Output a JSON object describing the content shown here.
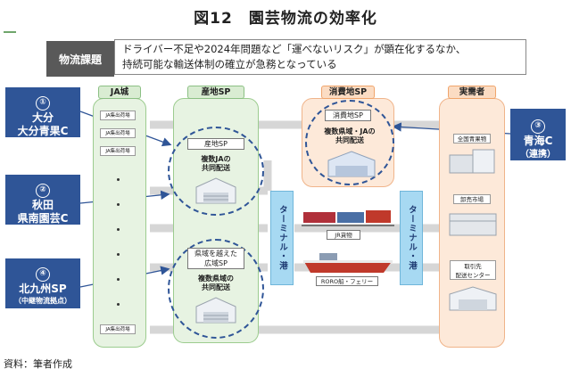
{
  "title": "図12　園芸物流の効率化",
  "issue": {
    "tag": "物流課題",
    "line1": "ドライバー不足や2024年問題など「運べないリスク」が顕在化するなか、",
    "line2": "持続可能な輸送体制の確立が急務となっている"
  },
  "columns": {
    "ja": "JA城",
    "production_sp": "産地SP",
    "consumption_sp": "消費地SP",
    "retailer": "実需者"
  },
  "ja_cell_label": "JA集出荷場",
  "production_nodes": {
    "top_label": "産地SP",
    "top_text_1": "複数JAの",
    "top_text_2": "共同配送",
    "bottom_label_1": "県域を越えた",
    "bottom_label_2": "広域SP",
    "bottom_text_1": "複数県域の",
    "bottom_text_2": "共同配送"
  },
  "consumption_node": {
    "label": "消費地SP",
    "text_1": "複数県域・JAの",
    "text_2": "共同配送"
  },
  "terminal_label": "ターミナル・港",
  "transport": {
    "rail": "JR貨物",
    "ship": "RORO船・フェリー"
  },
  "retailers": [
    {
      "label": "全国青果物"
    },
    {
      "label": "卸売市場"
    },
    {
      "label_1": "取引先",
      "label_2": "配送センター"
    }
  ],
  "callouts": [
    {
      "num": "①",
      "line1": "大分",
      "line2": "大分青果C"
    },
    {
      "num": "②",
      "line1": "秋田",
      "line2": "県南園芸C"
    },
    {
      "num": "④",
      "line1": "北九州SP",
      "line2": "（中継物流拠点）"
    },
    {
      "num": "③",
      "line1": "青海C",
      "line2": "（連携）"
    }
  ],
  "source": "資料：筆者作成",
  "colors": {
    "accent_blue": "#2f5597",
    "green_col": "#e7f3e2",
    "orange_col": "#fde9d9",
    "terminal": "#a7d9f2"
  }
}
